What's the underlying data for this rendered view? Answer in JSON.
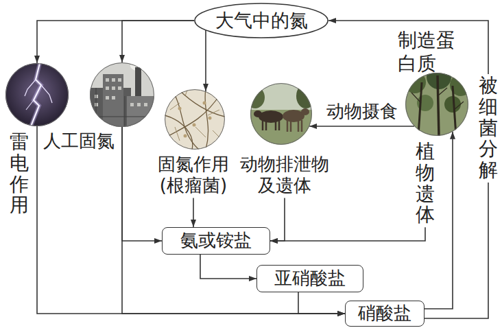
{
  "diagram": {
    "nodes": [
      {
        "text": [
          "大气中的氮"
        ]
      },
      {
        "text": [
          "雷电作用"
        ]
      },
      {
        "text": [
          "人工固氮"
        ]
      },
      {
        "text": [
          "固氮作用 (根瘤菌)"
        ]
      },
      {
        "text": [
          "动物排泄物 及遗体"
        ]
      },
      {
        "text": [
          "制造蛋 白质",
          "植物遗体"
        ]
      },
      {
        "text": [
          "氨或铵盐"
        ]
      },
      {
        "text": [
          "亚硝酸盐"
        ]
      },
      {
        "text": [
          "硝酸盐"
        ]
      }
    ],
    "edges": [
      {
        "from": 0,
        "to": 1,
        "arrow": "to"
      },
      {
        "from": 0,
        "to": 2,
        "arrow": "to"
      },
      {
        "from": 0,
        "to": 3,
        "arrow": "to"
      },
      {
        "from": 5,
        "to": 4,
        "label": "动物摄食",
        "arrow": "to"
      },
      {
        "from": 1,
        "to": 8,
        "arrow": "to"
      },
      {
        "from": 2,
        "to": 6,
        "arrow": "to"
      },
      {
        "from": 2,
        "to": 8,
        "arrow": "to"
      },
      {
        "from": 3,
        "to": 6,
        "arrow": "to"
      },
      {
        "from": 4,
        "to": 6,
        "arrow": "to"
      },
      {
        "from": 5,
        "to": 6,
        "arrow": "to"
      },
      {
        "from": 6,
        "to": 7,
        "arrow": "to"
      },
      {
        "from": 7,
        "to": 8,
        "arrow": "to"
      },
      {
        "from": 8,
        "to": 5,
        "arrow": "to"
      },
      {
        "from": 8,
        "to": 0,
        "label": "被细菌分解",
        "arrow": "to"
      }
    ]
  }
}
